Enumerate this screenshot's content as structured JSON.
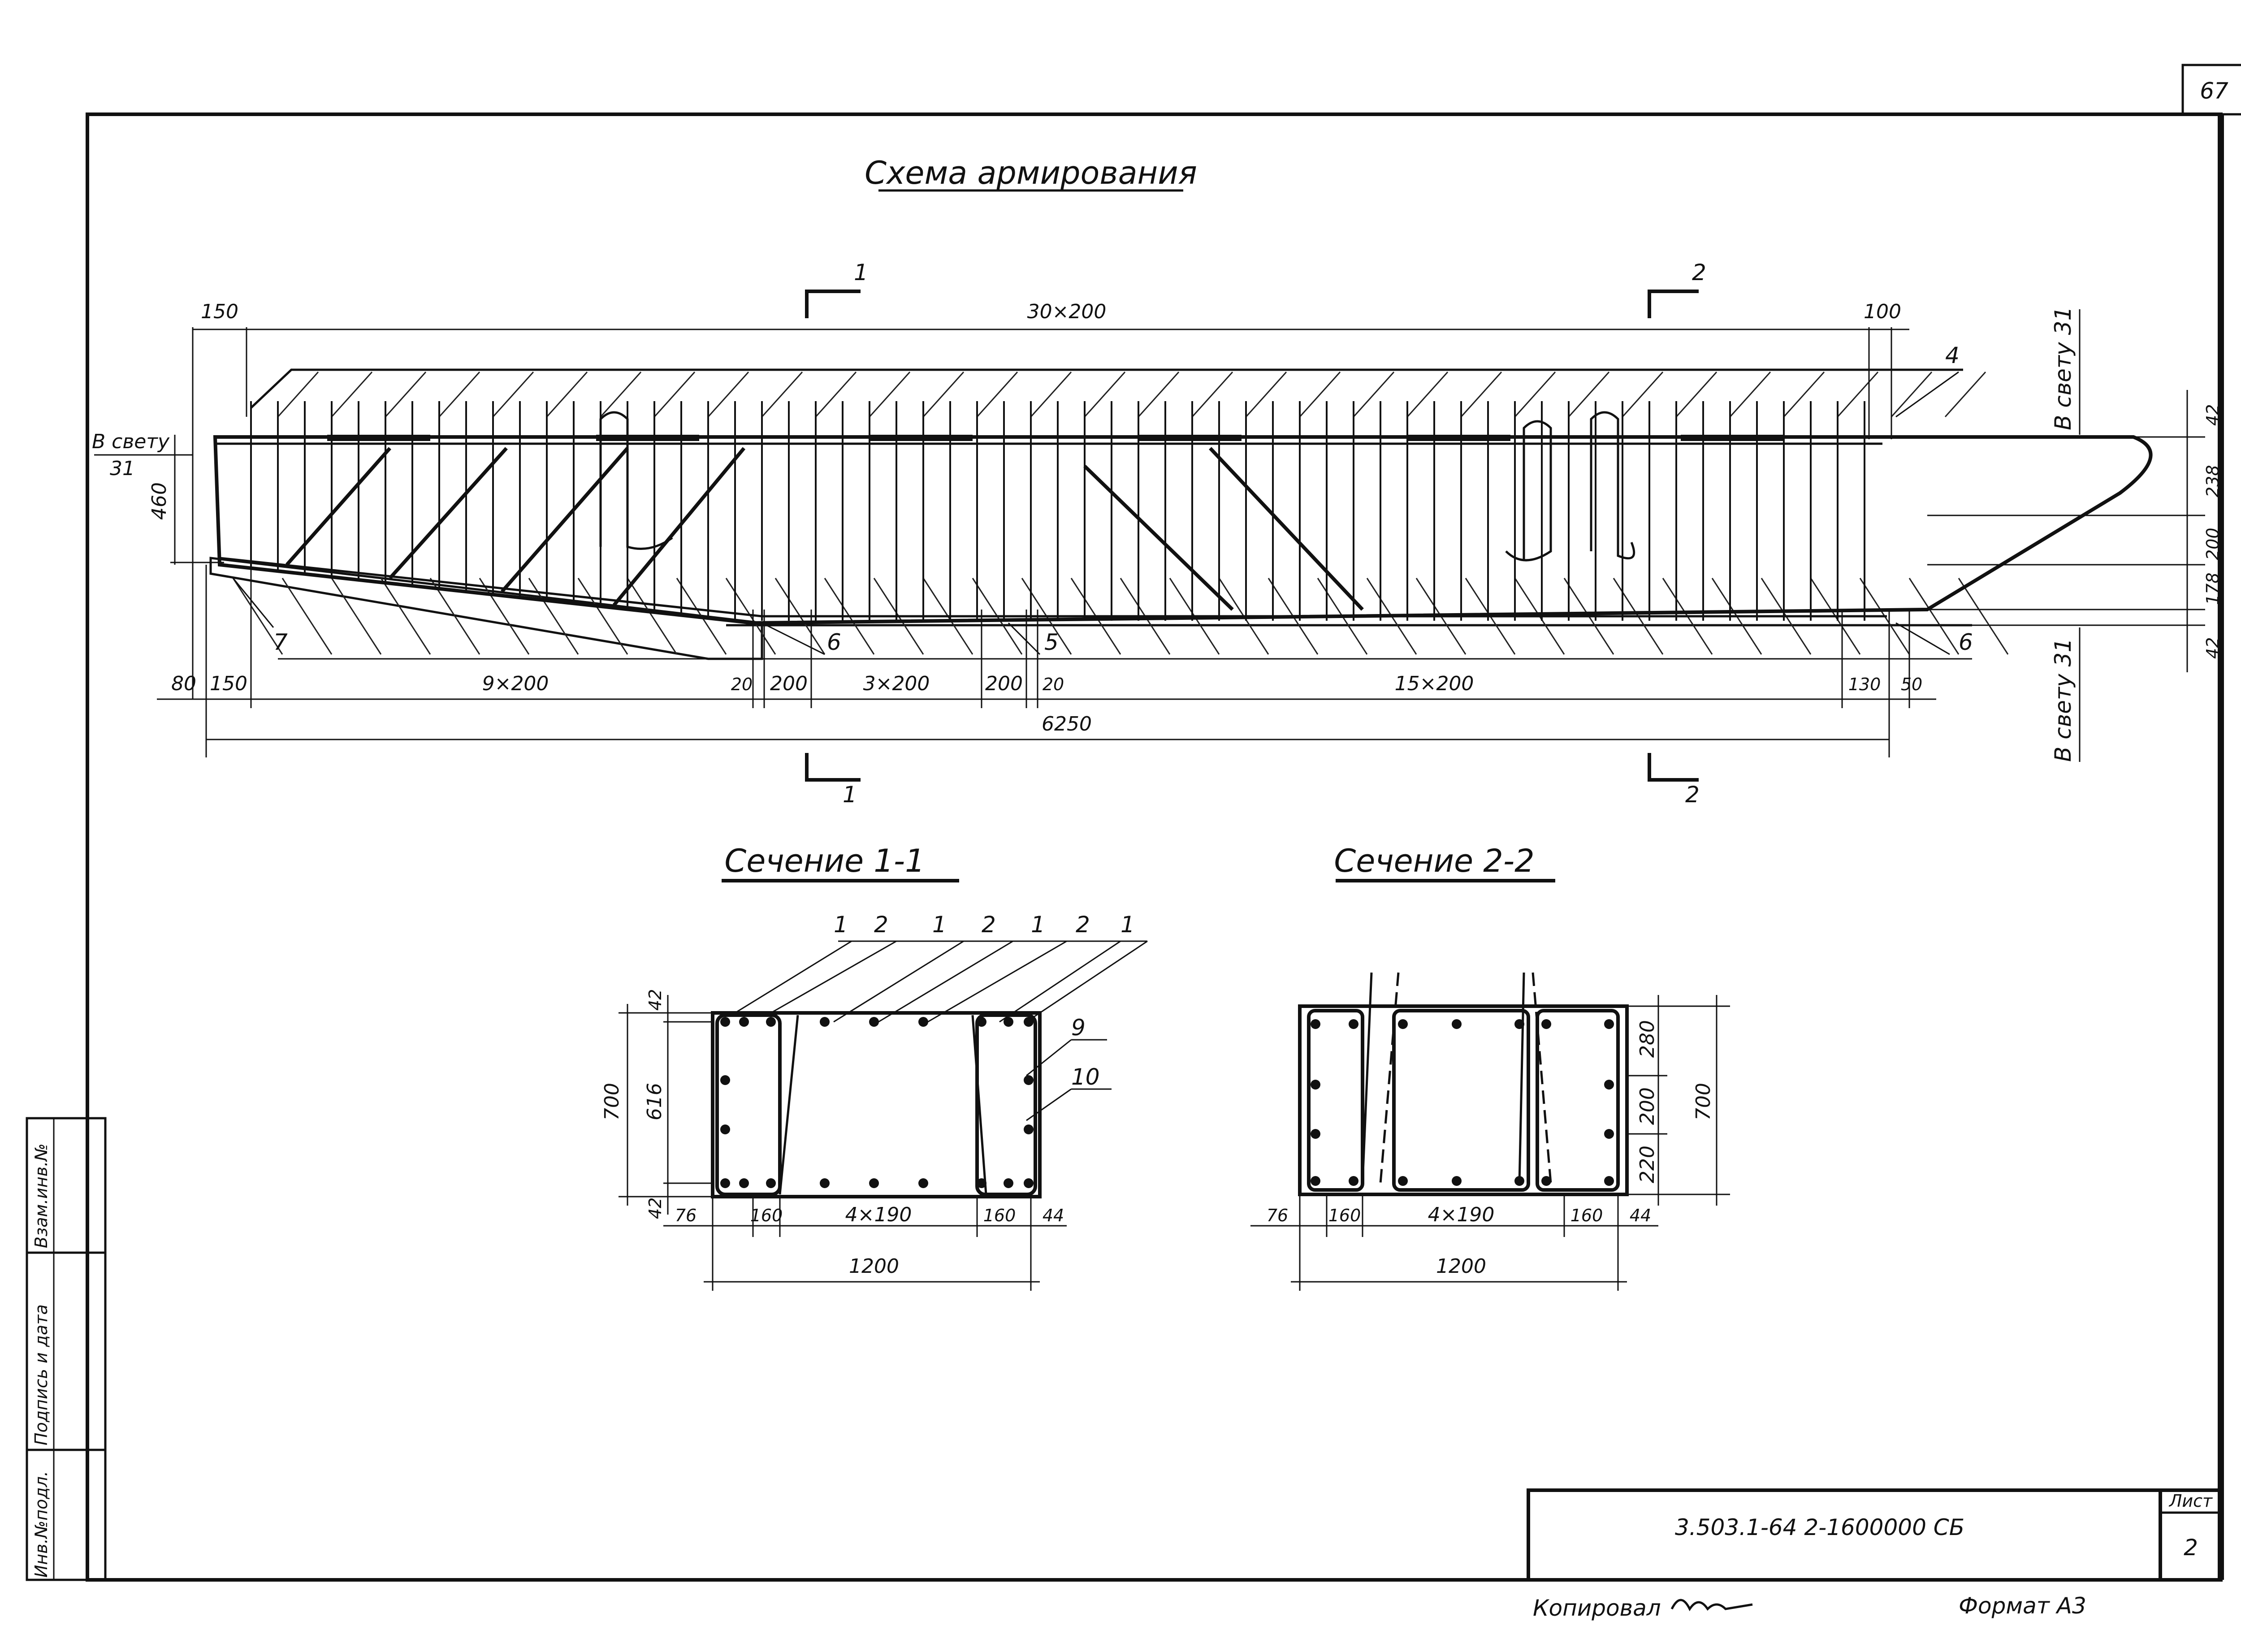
{
  "page_number": "67",
  "main_title": "Схема армирования",
  "section_marks": {
    "s1": "1",
    "s2": "2"
  },
  "elevation": {
    "top_dims": {
      "left": "150",
      "middle": "30×200",
      "right": "100"
    },
    "bottom_dims": [
      "80",
      "150",
      "9×200",
      "20",
      "200",
      "3×200",
      "200",
      "20",
      "15×200",
      "130",
      "50"
    ],
    "overall": "6250",
    "left_labels": {
      "clear": "В свету",
      "clear_value": "31",
      "height": "460"
    },
    "right_labels": {
      "clear_top": "В свету 31",
      "clear_bottom": "В свету 31",
      "dims": [
        "42",
        "238",
        "200",
        "178",
        "42"
      ]
    },
    "callouts": {
      "c4": "4",
      "c5": "5",
      "c6a": "6",
      "c6b": "6",
      "c7": "7"
    }
  },
  "section_1": {
    "title": "Сечение 1-1",
    "bar_callouts": [
      "1",
      "2",
      "1",
      "2",
      "1",
      "2",
      "1"
    ],
    "side_callouts": [
      "9",
      "10"
    ],
    "left_dims": [
      "42",
      "616",
      "42"
    ],
    "height": "700",
    "bottom_dims": [
      "76",
      "160",
      "4×190",
      "160",
      "44"
    ],
    "width": "1200"
  },
  "section_2": {
    "title": "Сечение 2-2",
    "right_dims": [
      "280",
      "200",
      "220"
    ],
    "height": "700",
    "bottom_dims": [
      "76",
      "160",
      "4×190",
      "160",
      "44"
    ],
    "width": "1200"
  },
  "stamp": {
    "code": "3.503.1-64 2-1600000 СБ",
    "sheet_label": "Лист",
    "sheet_number": "2",
    "side_labels": [
      "Инв.№подл.",
      "Подпись и дата",
      "Взам.инв.№"
    ]
  },
  "footer": {
    "copied_label": "Копировал",
    "format_label": "Формат А3"
  }
}
